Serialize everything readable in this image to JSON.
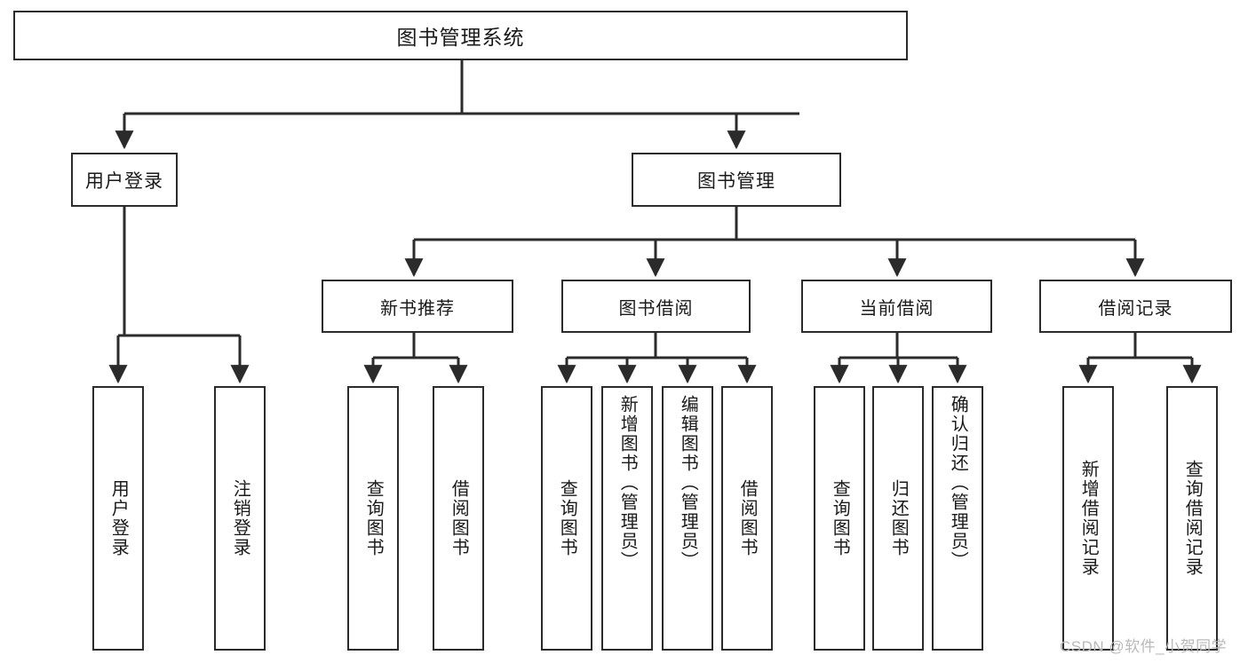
{
  "diagram": {
    "type": "tree",
    "title": "图书管理系统",
    "orientation": "top-down",
    "colors": {
      "box_border": "#2b2b2b",
      "box_fill": "#ffffff",
      "edge": "#2b2b2b",
      "text": "#1a1a1a",
      "watermark": "#b9b9b9"
    },
    "root": {
      "label": "图书管理系统"
    },
    "level2": [
      {
        "label": "用户登录"
      },
      {
        "label": "图书管理"
      }
    ],
    "level3": [
      {
        "label": "新书推荐"
      },
      {
        "label": "图书借阅"
      },
      {
        "label": "当前借阅"
      },
      {
        "label": "借阅记录"
      }
    ],
    "leaves": {
      "user_login": [
        {
          "label": "用户登录"
        },
        {
          "label": "注销登录"
        }
      ],
      "new_book_recommend": [
        {
          "label": "查询图书"
        },
        {
          "label": "借阅图书"
        }
      ],
      "book_borrow": [
        {
          "label": "查询图书"
        },
        {
          "label": "新增图书（管理员）"
        },
        {
          "label": "编辑图书（管理员）"
        },
        {
          "label": "借阅图书"
        }
      ],
      "current_borrow": [
        {
          "label": "查询图书"
        },
        {
          "label": "归还图书"
        },
        {
          "label": "确认归还（管理员）"
        }
      ],
      "borrow_record": [
        {
          "label": "新增借阅记录"
        },
        {
          "label": "查询借阅记录"
        }
      ]
    }
  },
  "watermark": {
    "text": "CSDN @软件_小贺同学"
  }
}
